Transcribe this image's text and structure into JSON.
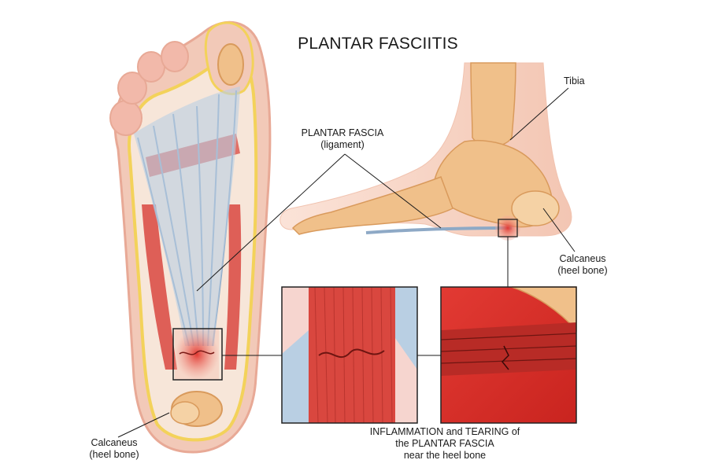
{
  "title": "PLANTAR FASCIITIS",
  "labels": {
    "plantar_fascia_line1": "PLANTAR FASCIA",
    "plantar_fascia_line2": "(ligament)",
    "tibia": "Tibia",
    "calcaneus_right_line1": "Calcaneus",
    "calcaneus_right_line2": "(heel bone)",
    "calcaneus_left_line1": "Calcaneus",
    "calcaneus_left_line2": "(heel bone)"
  },
  "caption": {
    "line1": "INFLAMMATION and TEARING of",
    "line2": "the PLANTAR FASCIA",
    "line3": "near the heel bone"
  },
  "colors": {
    "skin": "#f2c9b8",
    "skin_edge": "#e8a996",
    "fat_yellow": "#f3d25a",
    "fascia_blue": "#b9cfe3",
    "fascia_line": "#8ea9c6",
    "muscle_red": "#d9473f",
    "inflamed_red": "#e23a33",
    "bone": "#f0c08a",
    "bone_dark": "#d99a5c"
  }
}
